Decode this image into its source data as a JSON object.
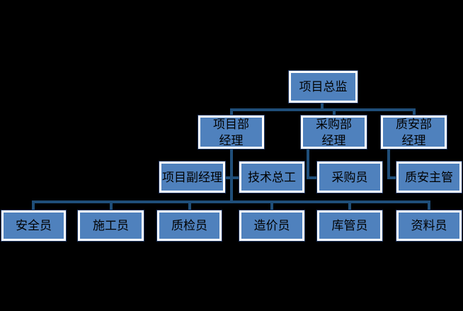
{
  "colors": {
    "bg": "#000000",
    "node_fill": "#4f81bd",
    "node_border": "#ffffff",
    "node_outline": "#1f3864",
    "connector": "#1f4e79",
    "text": "#000000"
  },
  "org_chart": {
    "type": "organization-chart",
    "nodes": {
      "project_director": {
        "label": "项目总监",
        "level": 1,
        "reports_to": null
      },
      "project_dept_manager": {
        "label": "项目部\n经理",
        "level": 2,
        "reports_to": "project_director"
      },
      "purchasing_dept_manager": {
        "label": "采购部\n经理",
        "level": 2,
        "reports_to": "project_director"
      },
      "quality_safety_dept_manager": {
        "label": "质安部\n经理",
        "level": 2,
        "reports_to": "project_director"
      },
      "deputy_project_manager": {
        "label": "项目副经理",
        "level": 3,
        "reports_to": "project_dept_manager"
      },
      "chief_technical_engineer": {
        "label": "技术总工",
        "level": 3,
        "reports_to": "project_dept_manager"
      },
      "purchaser": {
        "label": "采购员",
        "level": 3,
        "reports_to": "purchasing_dept_manager"
      },
      "quality_safety_supervisor": {
        "label": "质安主管",
        "level": 3,
        "reports_to": "quality_safety_dept_manager"
      },
      "safety_officer": {
        "label": "安全员",
        "level": 4,
        "reports_to": "project_dept_manager"
      },
      "construction_officer": {
        "label": "施工员",
        "level": 4,
        "reports_to": "project_dept_manager"
      },
      "quality_inspector": {
        "label": "质检员",
        "level": 4,
        "reports_to": "project_dept_manager"
      },
      "cost_estimator": {
        "label": "造价员",
        "level": 4,
        "reports_to": "project_dept_manager"
      },
      "warehouse_keeper": {
        "label": "库管员",
        "level": 4,
        "reports_to": "project_dept_manager"
      },
      "document_clerk": {
        "label": "资料员",
        "level": 4,
        "reports_to": "project_dept_manager"
      }
    }
  }
}
